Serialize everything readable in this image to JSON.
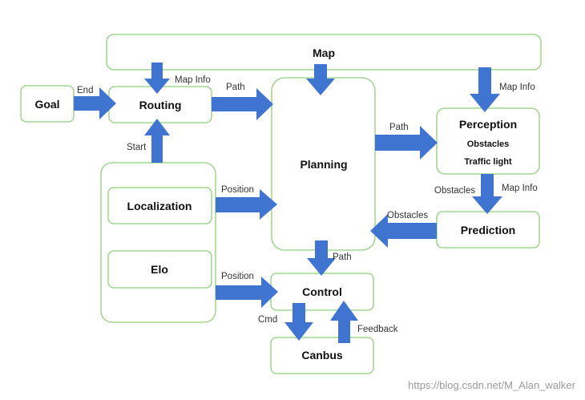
{
  "nodes": {
    "map": "Map",
    "goal": "Goal",
    "routing": "Routing",
    "planning": "Planning",
    "perception": "Perception",
    "perception_obstacles": "Obstacles",
    "perception_traffic_light": "Traffic light",
    "localization": "Localization",
    "elo": "Elo",
    "prediction": "Prediction",
    "control": "Control",
    "canbus": "Canbus"
  },
  "edges": {
    "goal_routing": "End",
    "map_routing": "Map Info",
    "routing_planning": "Path",
    "localization_routing": "Start",
    "map_perception": "Map Info",
    "planning_perception": "Path",
    "localization_planning": "Position",
    "perception_prediction_obstacles": "Obstacles",
    "perception_prediction_mapinfo": "Map Info",
    "prediction_planning": "Obstacles",
    "planning_control": "Path",
    "elo_control": "Position",
    "control_canbus": "Cmd",
    "canbus_control": "Feedback"
  },
  "watermark": "https://blog.csdn.net/M_Alan_walker",
  "colors": {
    "box_border": "#8fcf7a",
    "arrow": "#3f74d0"
  }
}
